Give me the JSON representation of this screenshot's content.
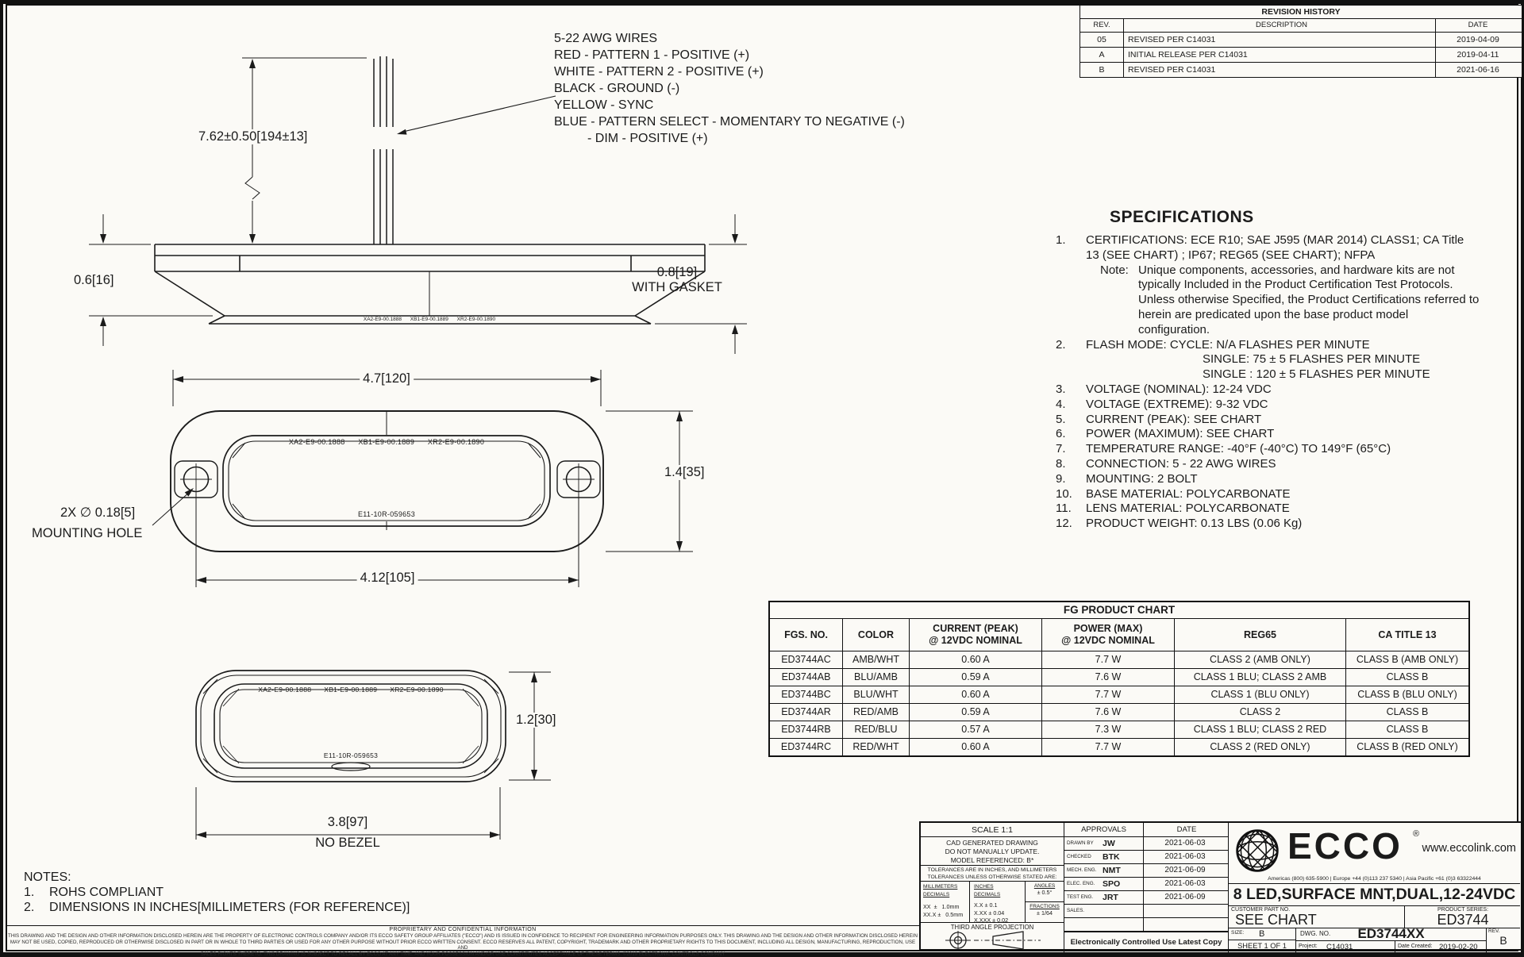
{
  "colors": {
    "line": "#1b1b1b",
    "paper": "#fbfaf6"
  },
  "revision_history": {
    "title": "REVISION HISTORY",
    "headers": [
      "REV.",
      "DESCRIPTION",
      "DATE"
    ],
    "rows": [
      [
        "05",
        "REVISED PER C14031",
        "2019-04-09"
      ],
      [
        "A",
        "INITIAL RELEASE PER C14031",
        "2019-04-11"
      ],
      [
        "B",
        "REVISED PER C14031",
        "2021-06-16"
      ]
    ]
  },
  "wire_callout": {
    "lines": [
      {
        "t": "5-22 AWG WIRES",
        "x": 0
      },
      {
        "t": "RED - PATTERN 1 - POSITIVE (+)",
        "x": 0
      },
      {
        "t": "WHITE - PATTERN 2 - POSITIVE (+)",
        "x": 0
      },
      {
        "t": "BLACK - GROUND (-)",
        "x": 0
      },
      {
        "t": "YELLOW - SYNC",
        "x": 0
      },
      {
        "t": "BLUE - PATTERN SELECT - MOMENTARY TO NEGATIVE (-)",
        "x": 0
      },
      {
        "t": "- DIM - POSITIVE (+)",
        "x": 42
      }
    ]
  },
  "dimensions": {
    "wire_length": "7.62±0.50[194±13]",
    "height_no_gasket": "0.6[16]",
    "height_gasket": "0.8[19]",
    "with_gasket_label": "WITH GASKET",
    "front_width": "4.7[120]",
    "front_height": "1.4[35]",
    "hole_spacing": "4.12[105]",
    "hole_callout_qty": "2X  ∅ 0.18[5]",
    "hole_callout_label": "MOUNTING HOLE",
    "bottom_height": "1.2[30]",
    "bottom_width": "3.8[97]",
    "no_bezel_label": "NO BEZEL"
  },
  "lens_markings": {
    "top": "XA2-E9-00.1888      XB1-E9-00.1889      XR2-E9-00.1890",
    "bottom": "E11-10R-059653"
  },
  "specifications": {
    "title": "SPECIFICATIONS",
    "rows": [
      {
        "n": "1.",
        "nx": 0,
        "x": 38,
        "t": "CERTIFICATIONS: ECE R10; SAE J595 (MAR 2014) CLASS1; CA Title"
      },
      {
        "n": "",
        "x": 38,
        "t": "13 (SEE CHART) ;  IP67; REG65 (SEE CHART); NFPA"
      },
      {
        "n": "Note:",
        "nx": 56,
        "x": 104,
        "t": "Unique components, accessories, and hardware kits are not"
      },
      {
        "n": "",
        "x": 104,
        "t": "typically Included in the Product Certification Test Protocols."
      },
      {
        "n": "",
        "x": 104,
        "t": "Unless otherwise Specified, the Product Certifications referred to"
      },
      {
        "n": "",
        "x": 104,
        "t": "herein are predicated upon the base product model"
      },
      {
        "n": "",
        "x": 104,
        "t": "configuration."
      },
      {
        "n": "2.",
        "nx": 0,
        "x": 38,
        "t": "FLASH MODE: CYCLE: N/A FLASHES PER MINUTE"
      },
      {
        "n": "",
        "x": 185,
        "t": "SINGLE: 75 ± 5 FLASHES PER MINUTE"
      },
      {
        "n": "",
        "x": 185,
        "t": "SINGLE : 120 ± 5 FLASHES PER MINUTE"
      },
      {
        "n": "3.",
        "nx": 0,
        "x": 38,
        "t": "VOLTAGE (NOMINAL): 12-24 VDC"
      },
      {
        "n": "4.",
        "nx": 0,
        "x": 38,
        "t": "VOLTAGE (EXTREME): 9-32 VDC"
      },
      {
        "n": "5.",
        "nx": 0,
        "x": 38,
        "t": "CURRENT (PEAK): SEE CHART"
      },
      {
        "n": "6.",
        "nx": 0,
        "x": 38,
        "t": "POWER (MAXIMUM): SEE CHART"
      },
      {
        "n": "7.",
        "nx": 0,
        "x": 38,
        "t": "TEMPERATURE RANGE: -40°F (-40°C) TO 149°F (65°C)"
      },
      {
        "n": "8.",
        "nx": 0,
        "x": 38,
        "t": "CONNECTION: 5 - 22 AWG WIRES"
      },
      {
        "n": "9.",
        "nx": 0,
        "x": 38,
        "t": "MOUNTING: 2 BOLT"
      },
      {
        "n": "10.",
        "nx": 0,
        "x": 38,
        "t": "BASE MATERIAL: POLYCARBONATE"
      },
      {
        "n": "11.",
        "nx": 0,
        "x": 38,
        "t": "LENS MATERIAL: POLYCARBONATE"
      },
      {
        "n": "12.",
        "nx": 0,
        "x": 38,
        "t": "PRODUCT WEIGHT: 0.13 LBS (0.06 Kg)"
      }
    ]
  },
  "product_chart": {
    "title": "FG PRODUCT CHART",
    "headers": [
      {
        "l1": "FGS. NO."
      },
      {
        "l1": "COLOR"
      },
      {
        "l1": "CURRENT (PEAK)",
        "l2": "@ 12VDC NOMINAL"
      },
      {
        "l1": "POWER (MAX)",
        "l2": "@ 12VDC NOMINAL"
      },
      {
        "l1": "REG65"
      },
      {
        "l1": "CA TITLE 13"
      }
    ],
    "rows": [
      [
        "ED3744AC",
        "AMB/WHT",
        "0.60 A",
        "7.7 W",
        "CLASS 2 (AMB ONLY)",
        "CLASS B (AMB ONLY)"
      ],
      [
        "ED3744AB",
        "BLU/AMB",
        "0.59 A",
        "7.6 W",
        "CLASS 1 BLU; CLASS 2 AMB",
        "CLASS B"
      ],
      [
        "ED3744BC",
        "BLU/WHT",
        "0.60 A",
        "7.7 W",
        "CLASS 1 (BLU ONLY)",
        "CLASS B (BLU ONLY)"
      ],
      [
        "ED3744AR",
        "RED/AMB",
        "0.59 A",
        "7.6 W",
        "CLASS 2",
        "CLASS B"
      ],
      [
        "ED3744RB",
        "RED/BLU",
        "0.57 A",
        "7.3 W",
        "CLASS 1 BLU; CLASS 2 RED",
        "CLASS B"
      ],
      [
        "ED3744RC",
        "RED/WHT",
        "0.60 A",
        "7.7 W",
        "CLASS 2 (RED ONLY)",
        "CLASS B (RED ONLY)"
      ]
    ]
  },
  "notes": {
    "title": "NOTES:",
    "items": [
      {
        "num": "1.",
        "text": "ROHS COMPLIANT"
      },
      {
        "num": "2.",
        "text": "DIMENSIONS IN INCHES[MILLIMETERS (FOR REFERENCE)]"
      }
    ]
  },
  "legal": {
    "header": "PROPRIETARY AND CONFIDENTIAL INFORMATION",
    "lines": [
      "THIS DRAWING AND THE DESIGN AND OTHER INFORMATION DISCLOSED HEREIN ARE THE PROPERTY OF ELECTRONIC CONTROLS COMPANY AND/OR ITS ECCO SAFETY GROUP AFFILIATES (\"ECCO\") AND IS ISSUED IN CONFIDENCE TO RECIPIENT FOR ENGINEERING INFORMATION PURPOSES ONLY. THIS DRAWING AND THE DESIGN AND OTHER INFORMATION DISCLOSED HEREIN",
      "MAY NOT BE USED, COPIED, REPRODUCED OR OTHERWISE DISCLOSED IN PART OR IN WHOLE TO THIRD PARTIES OR USED FOR ANY OTHER PURPOSE WITHOUT PRIOR ECCO WRITTEN CONSENT.  ECCO RESERVES ALL PATENT, COPYRIGHT, TRADEMARK AND OTHER PROPRIETARY RIGHTS TO THIS DOCUMENT, INCLUDING ALL DESIGN, MANUFACTURING, REPRODUCTION, USE AND",
      "SALES RIGHTS THERETO.  THIS DRAWING IS SUBJECT TO RECALL BY ECCO AT ANY TIME, AND YOUR POSSESSION AND/OR USE CONSTITUTES ACCEPTANCE OF THESE TERMS.  ©2019 ELECTRONIC CONTROLS COMPANY"
    ]
  },
  "title_block": {
    "scale": "SCALE 1:1",
    "cad_note": [
      "CAD GENERATED DRAWING",
      "DO NOT MANUALLY UPDATE.",
      "MODEL REFERENCED: B*"
    ],
    "tol_note": [
      "TOLERANCES ARE IN INCHES, AND MILLIMETERS",
      "TOLERANCES UNLESS OTHERWISE STATED ARE:"
    ],
    "mm_decimals": {
      "label": "MILLIMETERS DECIMALS",
      "lines": [
        "XX  ±   1.0mm",
        "XX.X ±   0.5mm"
      ]
    },
    "in_decimals": {
      "label": "INCHES DECIMALS",
      "lines": [
        "X.X ± 0.1",
        "X.XX ± 0.04",
        "X.XXX ± 0.02"
      ]
    },
    "angles": {
      "label": "ANGLES",
      "value": "± 0.5°"
    },
    "fractions": {
      "label": "FRACTIONS",
      "value": "± 1/64"
    },
    "projection": "THIRD ANGLE PROJECTION",
    "approvals": {
      "headers": [
        "APPROVALS",
        "DATE"
      ],
      "rows": [
        {
          "role": "DRAWN BY",
          "init": "JW",
          "date": "2021-06-03"
        },
        {
          "role": "CHECKED",
          "init": "BTK",
          "date": "2021-06-03"
        },
        {
          "role": "MECH. ENG.",
          "init": "NMT",
          "date": "2021-06-09"
        },
        {
          "role": "ELEC. ENG.",
          "init": "SPO",
          "date": "2021-06-03"
        },
        {
          "role": "TEST ENG.",
          "init": "JRT",
          "date": "2021-06-09"
        },
        {
          "role": "SALES.",
          "init": "",
          "date": ""
        }
      ]
    },
    "control_note": "Electronically Controlled Use Latest Copy",
    "brand": {
      "name": "ECCO",
      "reg": "®",
      "website": "www.eccolink.com",
      "phones": "Americas  (800) 635-5900    |    Europe  +44 (0)113 237 5340    |    Asia Pacific  +61 (0)3 63322444"
    },
    "drawing_title": "8 LED,SURFACE MNT,DUAL,12-24VDC",
    "customer_part_label": "CUSTOMER PART NO.",
    "customer_part": "SEE CHART",
    "series_label": "PRODUCT SERIES:",
    "series": "ED3744",
    "size_label": "SIZE:",
    "size": "B",
    "dwg_label": "DWG.  NO.",
    "dwg_no": "ED3744XX",
    "rev_label": "REV.",
    "rev": "B",
    "sheet": "SHEET 1 OF 1",
    "project_label": "Project:",
    "project": "C14031",
    "date_created_label": "Date Created:",
    "date_created": "2019-02-20"
  }
}
